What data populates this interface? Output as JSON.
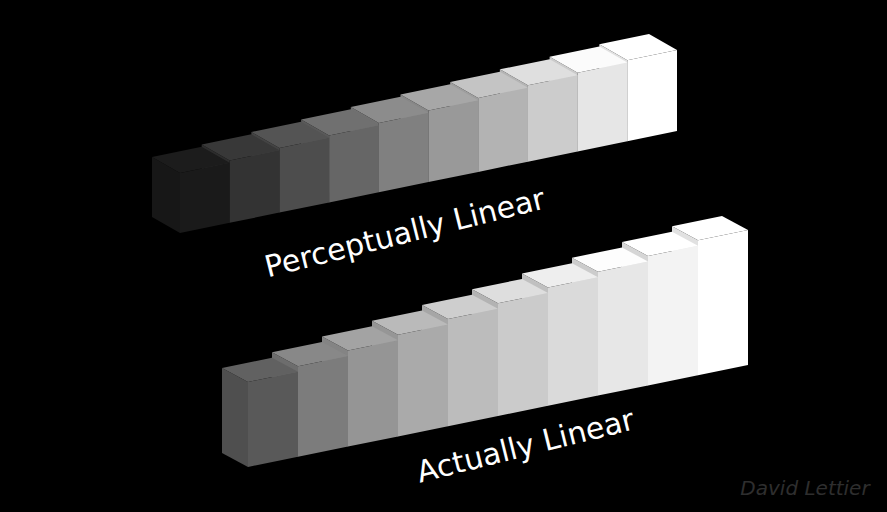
{
  "diagram": {
    "labels": [
      "Perceptually Linear",
      "Actually Linear",
      "David Lettier"
    ]
  }
}
